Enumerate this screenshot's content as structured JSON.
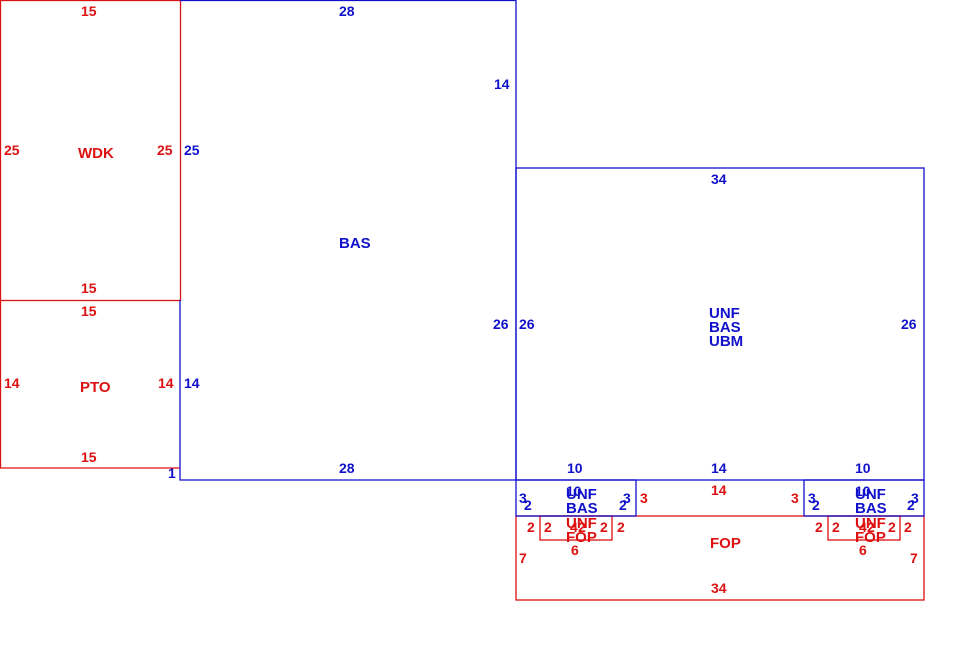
{
  "colors": {
    "red": "#dd1111",
    "blue": "#1111cc"
  },
  "areas": {
    "wdk": {
      "label": "WDK",
      "top": "15",
      "bottom": "15",
      "left": "25",
      "right": "25"
    },
    "pto": {
      "label": "PTO",
      "top": "15",
      "bottom": "15",
      "left": "14",
      "right": "14",
      "offset": "1"
    },
    "bas": {
      "label": "BAS",
      "top": "28",
      "bottom": "28",
      "left_upper": "25",
      "left_lower": "14",
      "right_upper": "14",
      "right_lower": "26"
    },
    "unf": {
      "labels": [
        "UNF",
        "BAS",
        "UBM"
      ],
      "top": "34",
      "bottom_left": "10",
      "bottom_mid": "14",
      "bottom_right": "10",
      "left": "26",
      "right": "26"
    },
    "small_left": {
      "labels": [
        "UNF",
        "BAS"
      ],
      "width": "10",
      "left": "3",
      "right": "3",
      "inner_left": "2",
      "inner_right": "2",
      "side_red": "3"
    },
    "small_right": {
      "labels": [
        "UNF",
        "BAS"
      ],
      "width": "10",
      "left": "3",
      "right": "3",
      "inner_left": "2",
      "inner_right": "2",
      "side_red": "3"
    },
    "fop": {
      "label": "FOP",
      "top": "14",
      "bottom": "34",
      "left": "7",
      "right": "7"
    },
    "fop_left": {
      "labels": [
        "UNF",
        "FOP"
      ],
      "width": "6",
      "left": "2",
      "left2": "2",
      "right": "2",
      "right2": "2",
      "num_a": "4",
      "num_b": "2"
    },
    "fop_right": {
      "labels": [
        "UNF",
        "FOP"
      ],
      "width": "6",
      "left": "2",
      "left2": "2",
      "right": "2",
      "right2": "2",
      "num_a": "4",
      "num_b": "2"
    }
  }
}
